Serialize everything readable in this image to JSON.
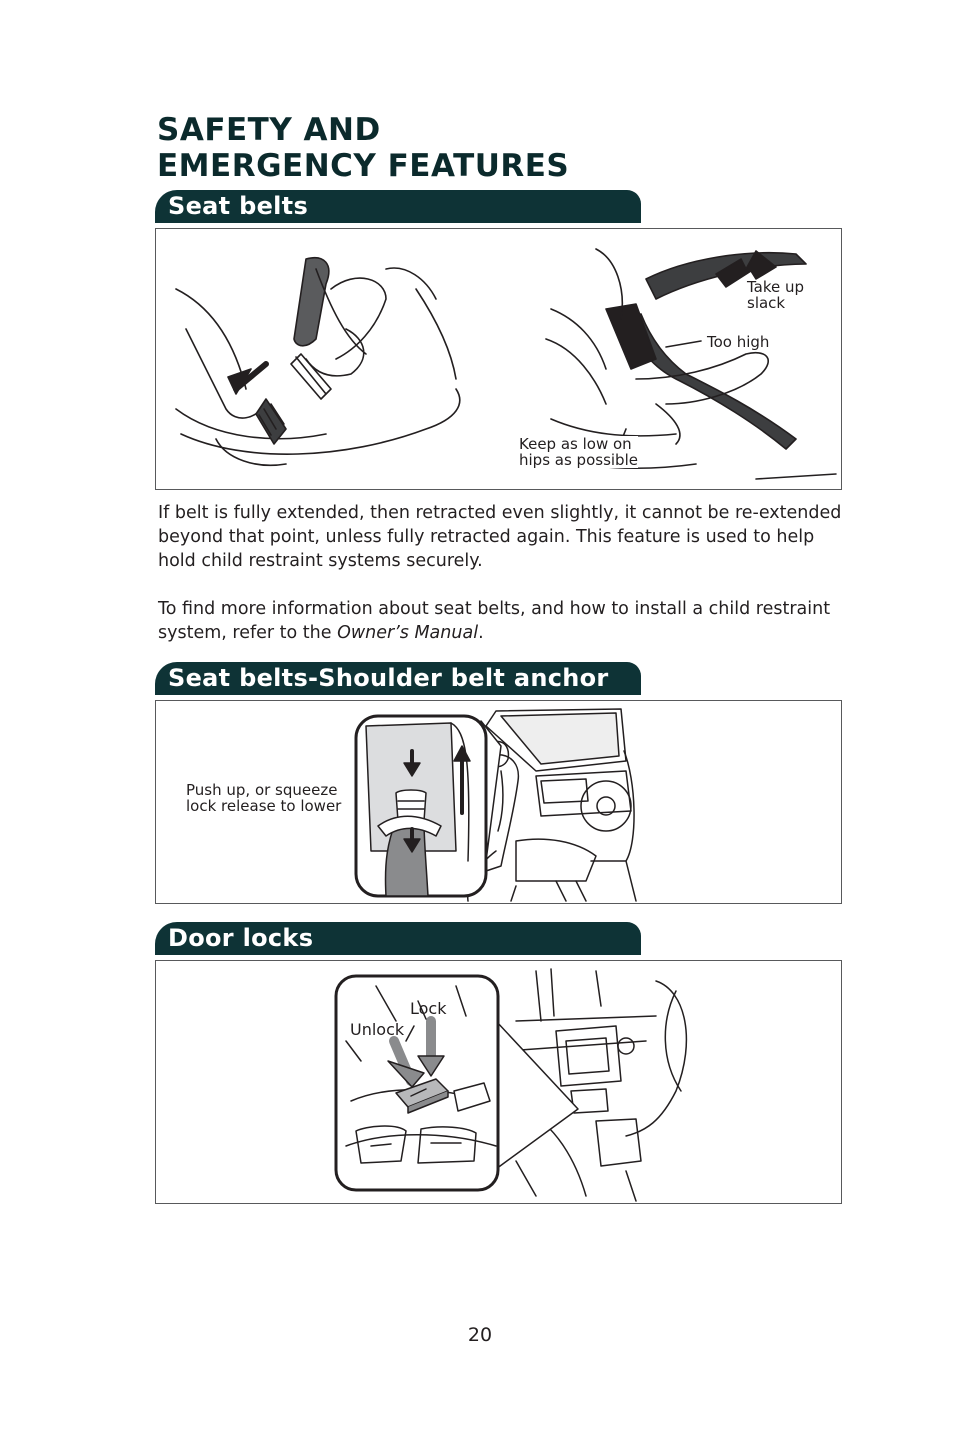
{
  "page": {
    "title_line1": "SAFETY AND",
    "title_line2": "EMERGENCY FEATURES",
    "page_number": "20"
  },
  "sections": {
    "seat_belts": {
      "heading": "Seat belts",
      "callouts": {
        "take_up_1": "Take up",
        "take_up_2": "slack",
        "too_high": "Too high",
        "keep_low_1": "Keep as low on",
        "keep_low_2": "hips as possible"
      },
      "paragraph1": "If belt is fully extended, then retracted even slightly, it cannot be re-extended beyond that point, unless fully retracted again. This feature is used to help hold child restraint systems securely.",
      "paragraph2_prefix": "To find more information about seat belts, and how to install a child restraint system, refer to the ",
      "paragraph2_italic": "Owner’s Manual",
      "paragraph2_suffix": "."
    },
    "shoulder_anchor": {
      "heading": "Seat belts-Shoulder belt anchor",
      "callouts": {
        "line1": "Push up, or squeeze",
        "line2": "lock release to lower"
      }
    },
    "door_locks": {
      "heading": "Door locks",
      "callouts": {
        "lock": "Lock",
        "unlock": "Unlock"
      }
    }
  },
  "colors": {
    "tab_background": "#0e3336",
    "text": "#231f20",
    "frame_border": "#58595b"
  }
}
